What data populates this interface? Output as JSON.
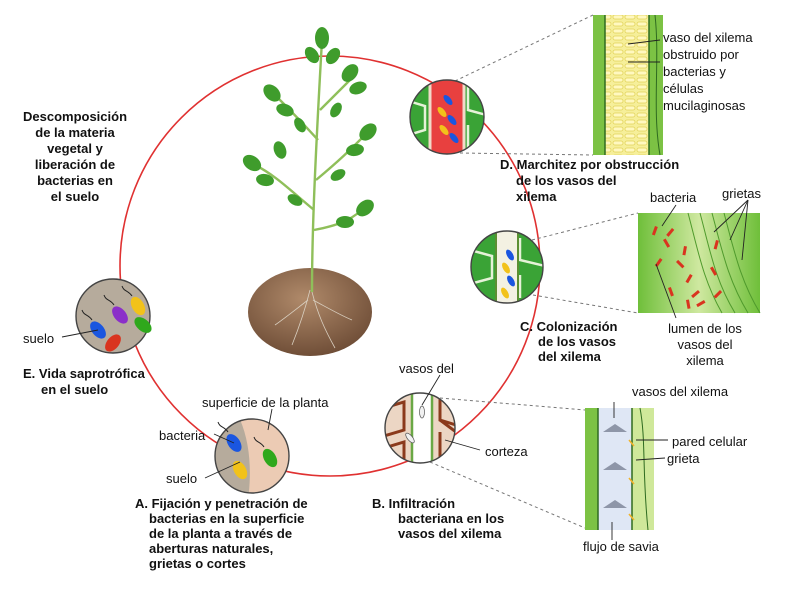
{
  "stages": {
    "decomp": [
      "Descomposición",
      "de la materia",
      "vegetal y",
      "liberación de",
      "bacterias en",
      "el suelo"
    ],
    "a": [
      "A. Fijación y penetración de",
      "bacterias en la superficie",
      "de la planta a través de",
      "aberturas naturales,",
      "grietas o cortes"
    ],
    "b": [
      "B. Infiltración",
      "bacteriana en los",
      "vasos del xilema"
    ],
    "c": [
      "C. Colonización",
      "de los vasos",
      "del xilema"
    ],
    "d": [
      "D. Marchitez por obstrucción",
      "de los vasos del",
      "xilema"
    ],
    "e": [
      "E. Vida saprotrófica",
      "en el suelo"
    ]
  },
  "labels": {
    "suelo_e": "suelo",
    "superficie": "superficie de la planta",
    "bacteria_a": "bacteria",
    "suelo_a": "suelo",
    "vasos_del": "vasos del",
    "corteza": "corteza",
    "vasos_xilema": "vasos del xilema",
    "pared_celular": "pared celular",
    "grieta": "grieta",
    "flujo_savia": "flujo de savia",
    "bacteria_c": "bacteria",
    "grietas": "grietas",
    "lumen": [
      "lumen de los",
      "vasos del",
      "xilema"
    ],
    "obstruido": [
      "vaso del xilema",
      "obstruido por",
      "bacterias y",
      "células",
      "mucilaginosas"
    ]
  },
  "colors": {
    "cycle": "#e03131",
    "leaf_green": "#3aa336",
    "soil": "#8b6a4f",
    "vessel_red": "#e8403f",
    "bacteria_red": "#d9341f",
    "bacteria_blue": "#1a56e0",
    "bacteria_yellow": "#f2c21a",
    "bacteria_green": "#2fa81c",
    "bacteria_purple": "#8b2fc9"
  }
}
